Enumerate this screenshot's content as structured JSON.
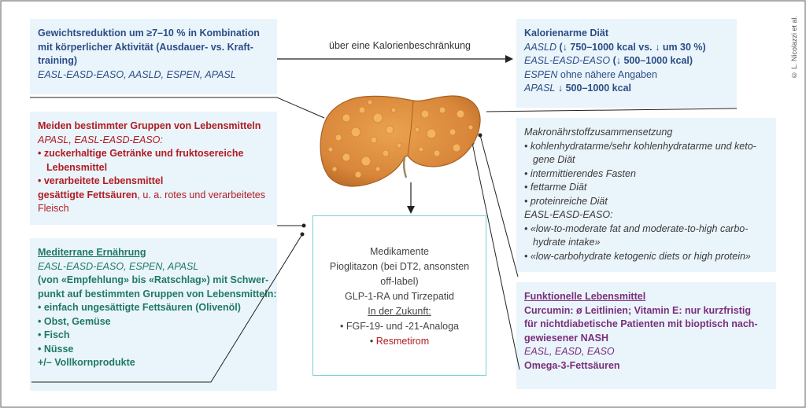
{
  "top_arrow_label": "über eine Kalorienbeschränkung",
  "credit": "© L. Nicolazzi et al.",
  "weight_box": {
    "lines": [
      "Gewichtsreduktion um ≥7–10 % in Kombination",
      "mit körperlicher Aktivität (Ausdauer- vs. Kraft-",
      "training)"
    ],
    "societies": "EASL-EASD-EASO, AASLD, ESPEN, APASL"
  },
  "calorie_box": {
    "title": "Kalorienarme Diät",
    "aasld_org": "AASLD",
    "aasld_val": "(↓ 750–1000 kcal vs. ↓ um 30 %)",
    "easl_org": "EASL-EASD-EASO",
    "easl_val": "(↓ 500–1000 kcal)",
    "espen_org": "ESPEN",
    "espen_val": "ohne nähere Angaben",
    "apasl_org": "APASL",
    "apasl_val": "↓ 500–1000 kcal"
  },
  "avoid_box": {
    "title": "Meiden bestimmter Gruppen von Lebensmitteln",
    "societies": "APASL, EASL-EASD-EASO:",
    "item1_l1": "• zuckerhaltige Getränke und fruktosereiche",
    "item1_l2": "Lebensmittel",
    "item2": "• verarbeitete Lebensmittel",
    "fat_bold": "gesättigte Fettsäuren",
    "fat_rest": ", u. a. rotes und verarbeitetes",
    "fat_l2": "Fleisch"
  },
  "med_box": {
    "title": "Mediterrane Ernährung",
    "societies": "EASL-EASD-EASO, ESPEN, APASL",
    "desc_l1": "(von «Empfehlung» bis «Ratschlag») mit Schwer-",
    "desc_l2": "punkt auf bestimmten Gruppen von Lebensmitteln:",
    "items": [
      "• einfach ungesättigte Fettsäuren (Olivenöl)",
      "• Obst, Gemüse",
      "• Fisch",
      "• Nüsse",
      "+/– Vollkornprodukte"
    ]
  },
  "macro_box": {
    "title": "Makronährstoffzusammensetzung",
    "l1": "• kohlenhydratarme/sehr kohlenhydratarme und keto-",
    "l2": "gene Diät",
    "l3": "• intermittierendes Fasten",
    "l4": "• fettarme Diät",
    "l5": "• proteinreiche Diät",
    "org": "EASL-EASD-EASO:",
    "l6": "• «low-to-moderate fat and moderate-to-high carbo-",
    "l7": "hydrate intake»",
    "l8": "• «low-carbohydrate ketogenic diets or high protein»"
  },
  "func_box": {
    "title": "Funktionelle Lebensmittel",
    "l1": "Curcumin: ø Leitlinien; Vitamin E: nur kurzfristig",
    "l2": "für nichtdiabetische Patienten mit bioptisch nach-",
    "l3": "gewiesener NASH",
    "societies": "EASL, EASD, EASO",
    "omega": "Omega-3-Fettsäuren"
  },
  "drugs_box": {
    "title": "Medikamente",
    "l1": "Pioglitazon (bei DT2, ansonsten",
    "l2": "off-label)",
    "l3": "GLP-1-RA und Tirzepatid",
    "future": "In der Zukunft:",
    "l4": "• FGF-19- und -21-Analoga",
    "l5_bullet": "•",
    "l5": "Resmetirom"
  },
  "colors": {
    "box_bg": "#eaf4fb",
    "liver": "#d9863a",
    "red": "#b01c22",
    "green": "#1f7a62",
    "navy": "#2c4d86",
    "purple": "#7a2f7a"
  }
}
